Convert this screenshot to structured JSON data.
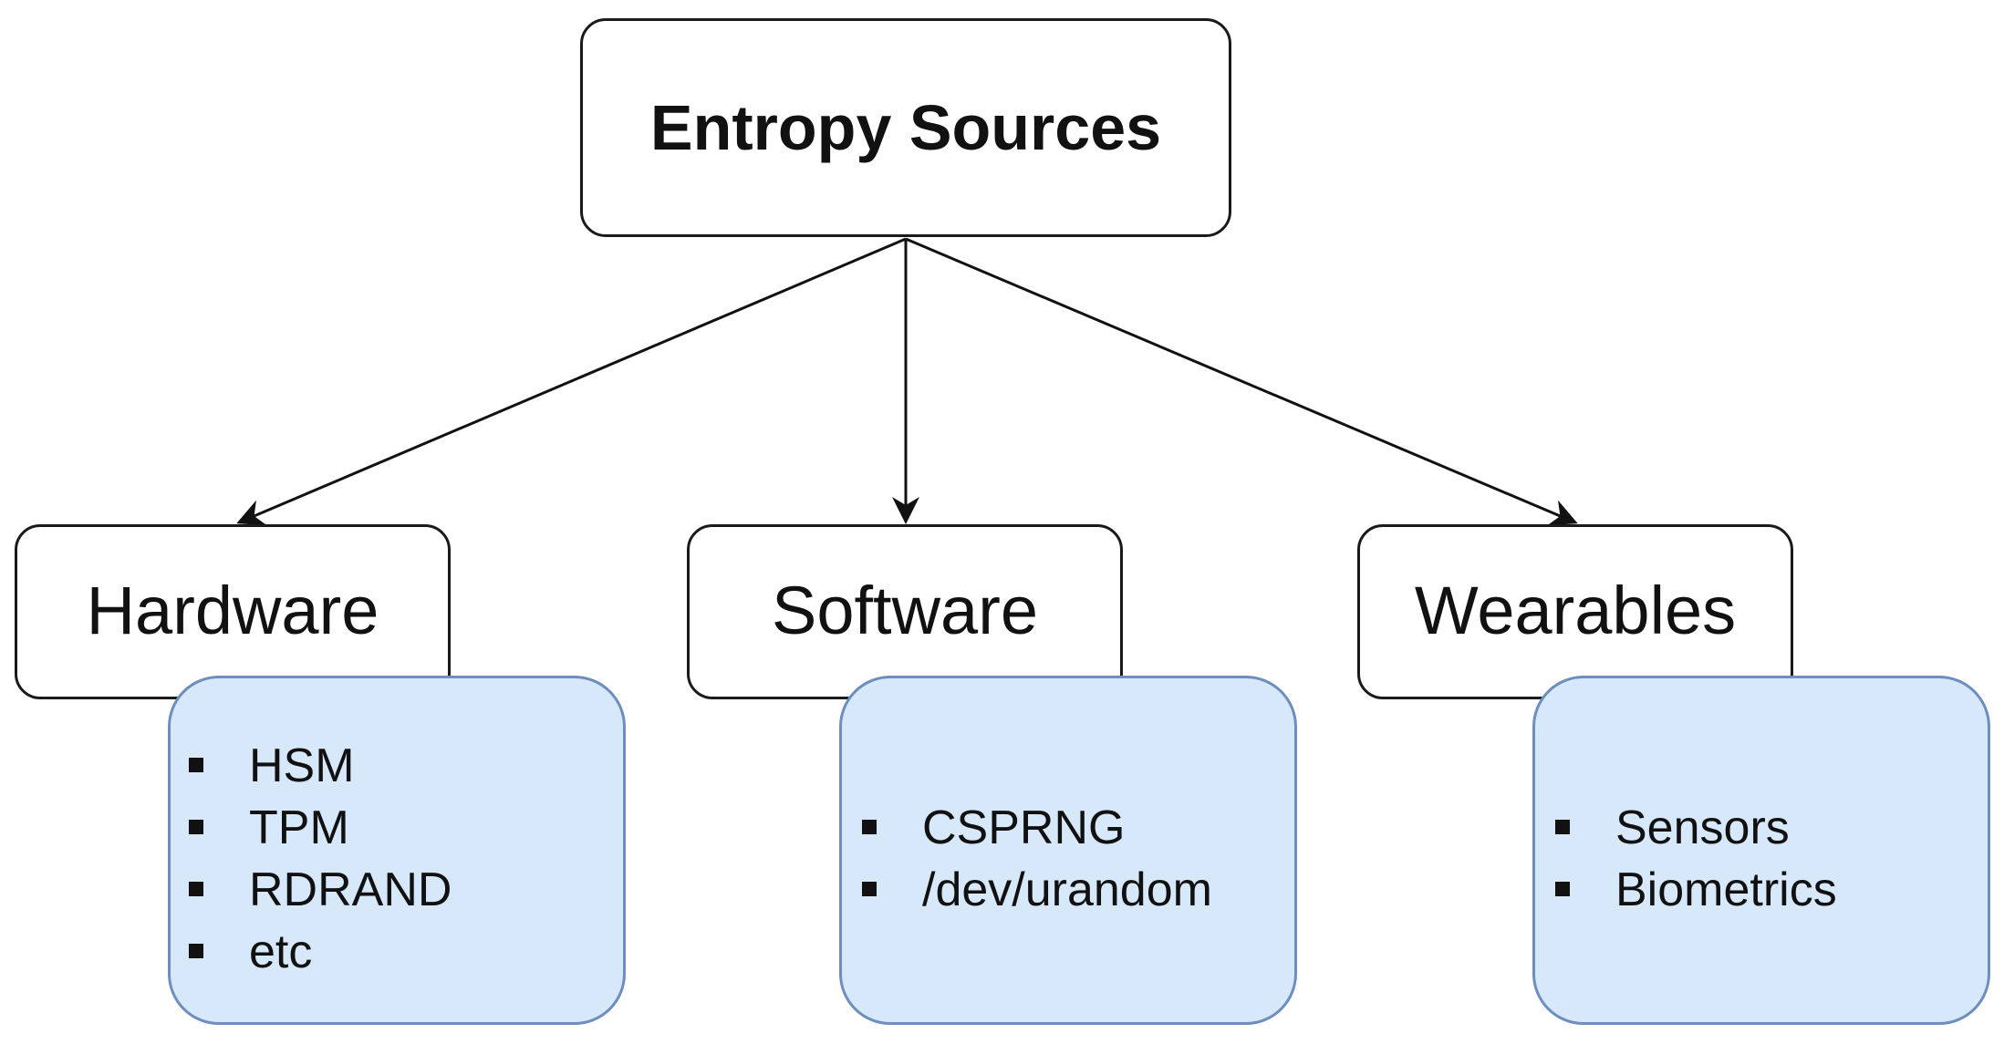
{
  "root": {
    "label": "Entropy Sources"
  },
  "categories": [
    {
      "id": "hardware",
      "label": "Hardware",
      "items": [
        "HSM",
        "TPM",
        "RDRAND",
        "etc"
      ]
    },
    {
      "id": "software",
      "label": "Software",
      "items": [
        "CSPRNG",
        "/dev/urandom"
      ]
    },
    {
      "id": "wearables",
      "label": "Wearables",
      "items": [
        "Sensors",
        "Biometrics"
      ]
    }
  ],
  "colors": {
    "box_border": "#1a1a1a",
    "detail_fill": "#d6e8fa",
    "detail_border": "#6d8ebf",
    "arrow": "#111111"
  }
}
